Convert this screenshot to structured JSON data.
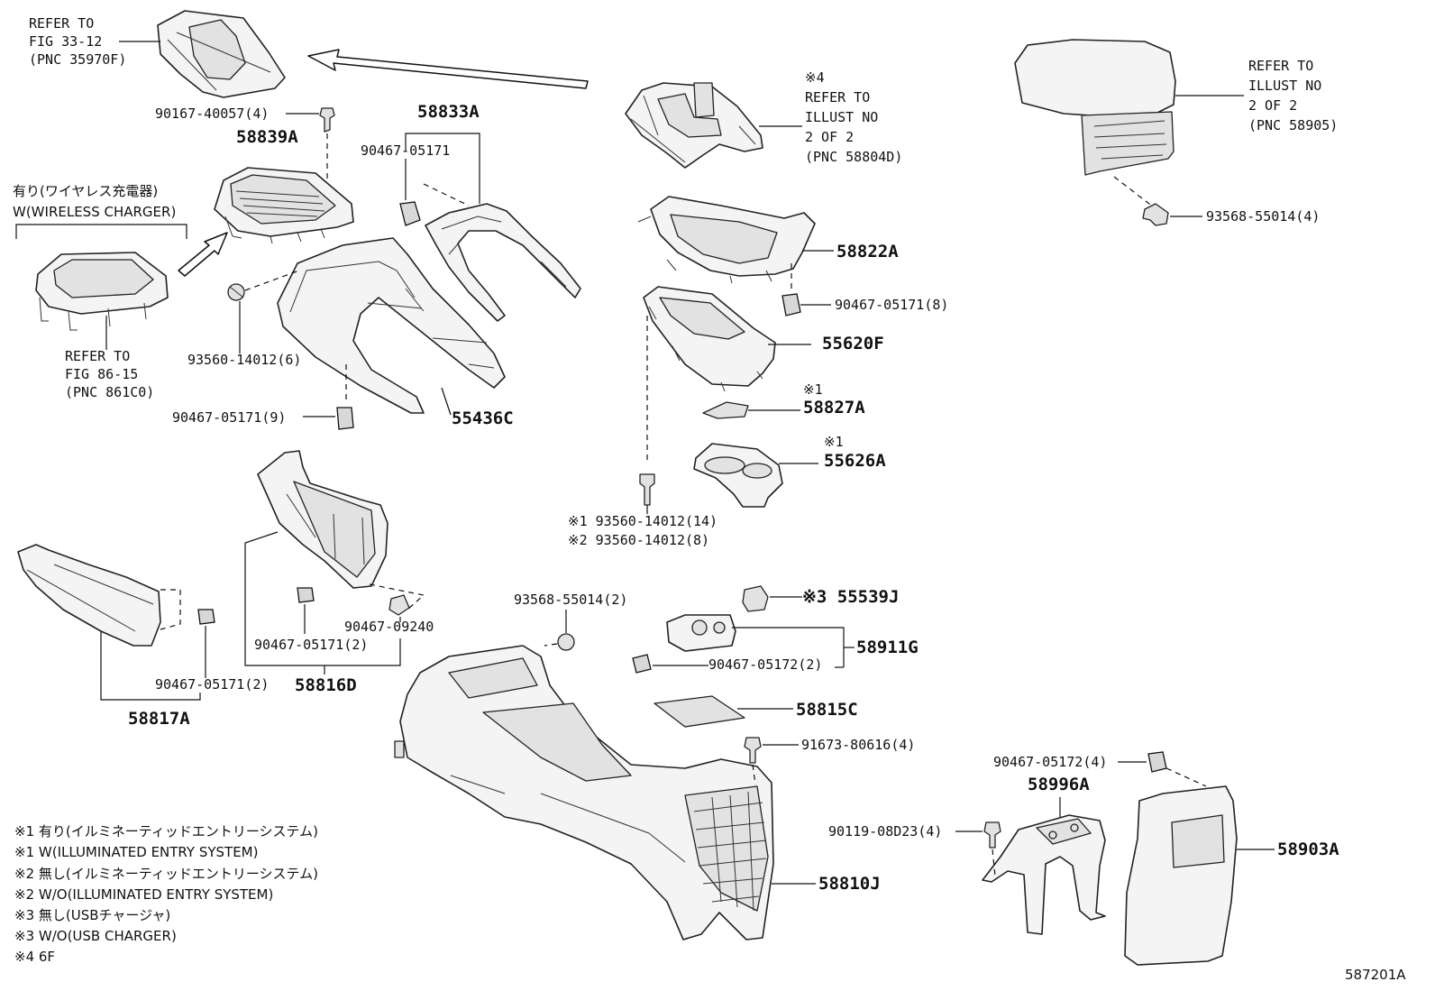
{
  "refs": {
    "shift_boot": [
      "REFER TO",
      "FIG 33-12",
      "(PNC 35970F)"
    ],
    "shift_panel": [
      "※4",
      "REFER TO",
      "ILLUST NO",
      "2 OF 2",
      "(PNC 58804D)"
    ],
    "armrest": [
      "REFER TO",
      "ILLUST NO",
      "2 OF 2",
      "(PNC 58905)"
    ],
    "wireless": [
      "REFER TO",
      "FIG 86-15",
      "(PNC 861C0)"
    ]
  },
  "wireless_header": [
    "有り(ワイヤレス充電器)",
    "W(WIRELESS CHARGER)"
  ],
  "labels": {
    "p90167_40057": "90167-40057(4)",
    "p58839A": "58839A",
    "p58833A": "58833A",
    "p90467_05171_a": "90467-05171",
    "p93560_14012_6": "93560-14012(6)",
    "p90467_05171_9": "90467-05171(9)",
    "p55436C": "55436C",
    "p58822A": "58822A",
    "p90467_05171_8": "90467-05171(8)",
    "p55620F": "55620F",
    "p58827A_mark": "※1",
    "p58827A": "58827A",
    "p55626A_mark": "※1",
    "p55626A": "55626A",
    "p93560_14012_14": "※1 93560-14012(14)",
    "p93560_14012_8": "※2 93560-14012(8)",
    "p93568_55014_4": "93568-55014(4)",
    "p90467_05171_2a": "90467-05171(2)",
    "p90467_09240": "90467-09240",
    "p58816D": "58816D",
    "p90467_05171_2b": "90467-05171(2)",
    "p58817A": "58817A",
    "p93568_55014_2": "93568-55014(2)",
    "p55539J": "※3 55539J",
    "p58911G": "58911G",
    "p90467_05172_2": "90467-05172(2)",
    "p58815C": "58815C",
    "p91673_80616": "91673-80616(4)",
    "p58810J": "58810J",
    "p90467_05172_4": "90467-05172(4)",
    "p58996A": "58996A",
    "p90119_08D23": "90119-08D23(4)",
    "p58903A": "58903A"
  },
  "notes": [
    "※1 有り(イルミネーティッドエントリーシステム)",
    "※1 W(ILLUMINATED ENTRY SYSTEM)",
    "※2 無し(イルミネーティッドエントリーシステム)",
    "※2 W/O(ILLUMINATED ENTRY SYSTEM)",
    "※3 無し(USBチャージャ)",
    "※3 W/O(USB CHARGER)",
    "※4 6F"
  ],
  "illustration_id": "587201A"
}
